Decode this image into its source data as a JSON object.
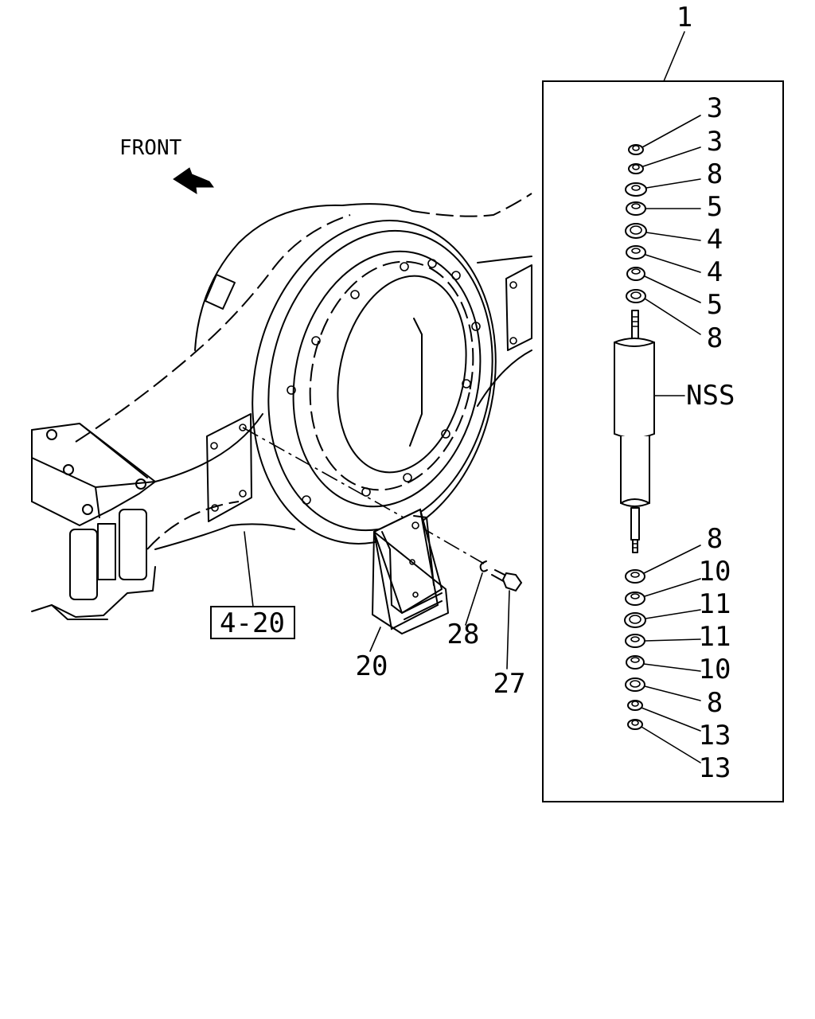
{
  "front_label": "FRONT",
  "ref_box": "4-20",
  "callouts": {
    "assembly": "1",
    "shock": "NSS",
    "bracket": "20",
    "bolt": "27",
    "washer": "28"
  },
  "upper_stack": [
    "3",
    "3",
    "8",
    "5",
    "4",
    "4",
    "5",
    "8"
  ],
  "lower_stack": [
    "8",
    "10",
    "11",
    "11",
    "10",
    "8",
    "13",
    "13"
  ]
}
